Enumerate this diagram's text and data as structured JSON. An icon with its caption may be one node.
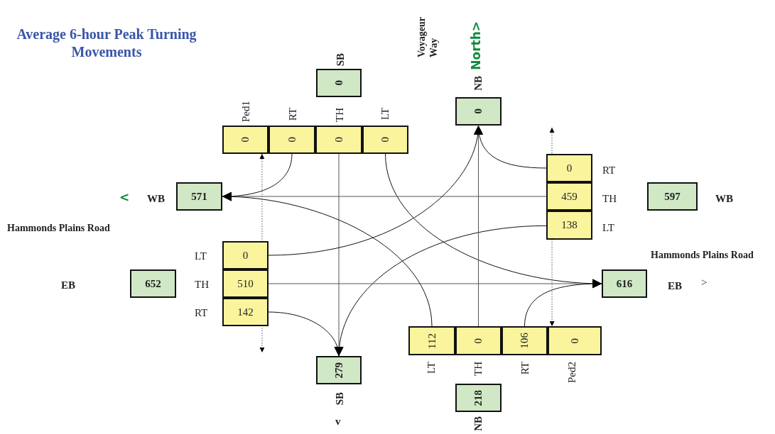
{
  "diagram": {
    "title": "Average 6-hour Peak Turning Movements",
    "nodes": [
      {
        "text": [
          "0"
        ],
        "beside": [
          "SB"
        ]
      },
      {
        "text": [
          "0"
        ],
        "beside": [
          "NB"
        ]
      },
      {
        "text": [
          "0"
        ],
        "beside": [
          "Ped1"
        ]
      },
      {
        "text": [
          "0"
        ],
        "beside": [
          "RT"
        ]
      },
      {
        "text": [
          "0"
        ],
        "beside": [
          "TH"
        ]
      },
      {
        "text": [
          "0"
        ],
        "beside": [
          "LT"
        ]
      },
      {
        "text": [
          "0"
        ],
        "beside": [
          "RT"
        ]
      },
      {
        "text": [
          "459"
        ],
        "beside": [
          "TH"
        ]
      },
      {
        "text": [
          "138"
        ],
        "beside": [
          "LT"
        ]
      },
      {
        "text": [
          "571"
        ],
        "beside": [
          "WB"
        ]
      },
      {
        "text": [
          "597"
        ],
        "beside": [
          "WB"
        ]
      },
      {
        "text": [
          "0"
        ],
        "beside": [
          "LT"
        ]
      },
      {
        "text": [
          "510"
        ],
        "beside": [
          "TH"
        ]
      },
      {
        "text": [
          "142"
        ],
        "beside": [
          "RT"
        ]
      },
      {
        "text": [
          "652"
        ]
      },
      {
        "text": [
          "616"
        ],
        "beside": [
          "EB"
        ]
      },
      {
        "text": [
          "279"
        ],
        "beside": [
          "SB"
        ]
      },
      {
        "text": [
          "112"
        ],
        "beside": [
          "LT"
        ]
      },
      {
        "text": [
          "0"
        ],
        "beside": [
          "TH"
        ]
      },
      {
        "text": [
          "106"
        ],
        "beside": [
          "RT"
        ]
      },
      {
        "text": [
          "0"
        ],
        "beside": [
          "Ped2"
        ]
      },
      {
        "text": [
          "218"
        ],
        "beside": [
          "NB"
        ]
      }
    ],
    "edges": [
      {
        "from": 3,
        "to": 9,
        "arrow": "to"
      },
      {
        "from": 4,
        "to": 16,
        "arrow": "to"
      },
      {
        "from": 5,
        "to": 15,
        "arrow": "to"
      },
      {
        "from": 6,
        "to": 1,
        "arrow": "to"
      },
      {
        "from": 7,
        "to": 9,
        "arrow": "to"
      },
      {
        "from": 8,
        "to": 16,
        "arrow": "to"
      },
      {
        "from": 11,
        "to": 1,
        "arrow": "to"
      },
      {
        "from": 12,
        "to": 15,
        "arrow": "to"
      },
      {
        "from": 13,
        "to": 16,
        "arrow": "to"
      },
      {
        "from": 17,
        "to": 9,
        "arrow": "to"
      },
      {
        "from": 18,
        "to": 1,
        "arrow": "to"
      },
      {
        "from": 19,
        "to": 15,
        "arrow": "to"
      },
      {
        "from": 2,
        "to": null,
        "arrow": "both",
        "style": "dashed"
      },
      {
        "from": null,
        "to": 20,
        "arrow": "both",
        "style": "dashed"
      }
    ],
    "labels": [
      "Voyageur Way",
      "North>",
      "<",
      "Hammonds Plains Road",
      "Hammonds Plains Road",
      "EB",
      ">",
      "v"
    ]
  }
}
